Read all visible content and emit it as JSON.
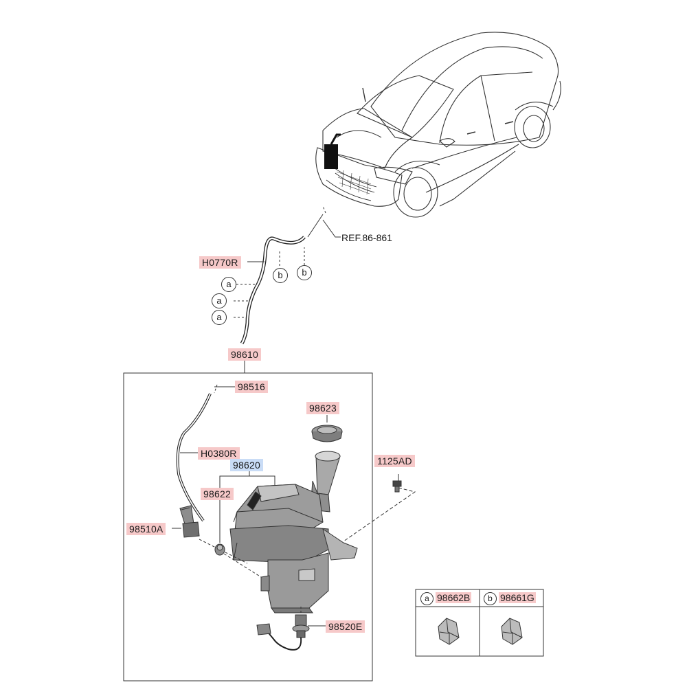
{
  "labels": {
    "ref_86_861": "REF.86-861",
    "h0770r": "H0770R",
    "p98610": "98610",
    "p98516": "98516",
    "p98623": "98623",
    "h0380r": "H0380R",
    "p98620": "98620",
    "p1125ad": "1125AD",
    "p98622": "98622",
    "p98510a": "98510A",
    "p98520e": "98520E"
  },
  "callouts": {
    "a": "a",
    "b": "b"
  },
  "legend_table": {
    "cells": [
      {
        "marker": "a",
        "code": "98662B"
      },
      {
        "marker": "b",
        "code": "98661G"
      }
    ]
  }
}
